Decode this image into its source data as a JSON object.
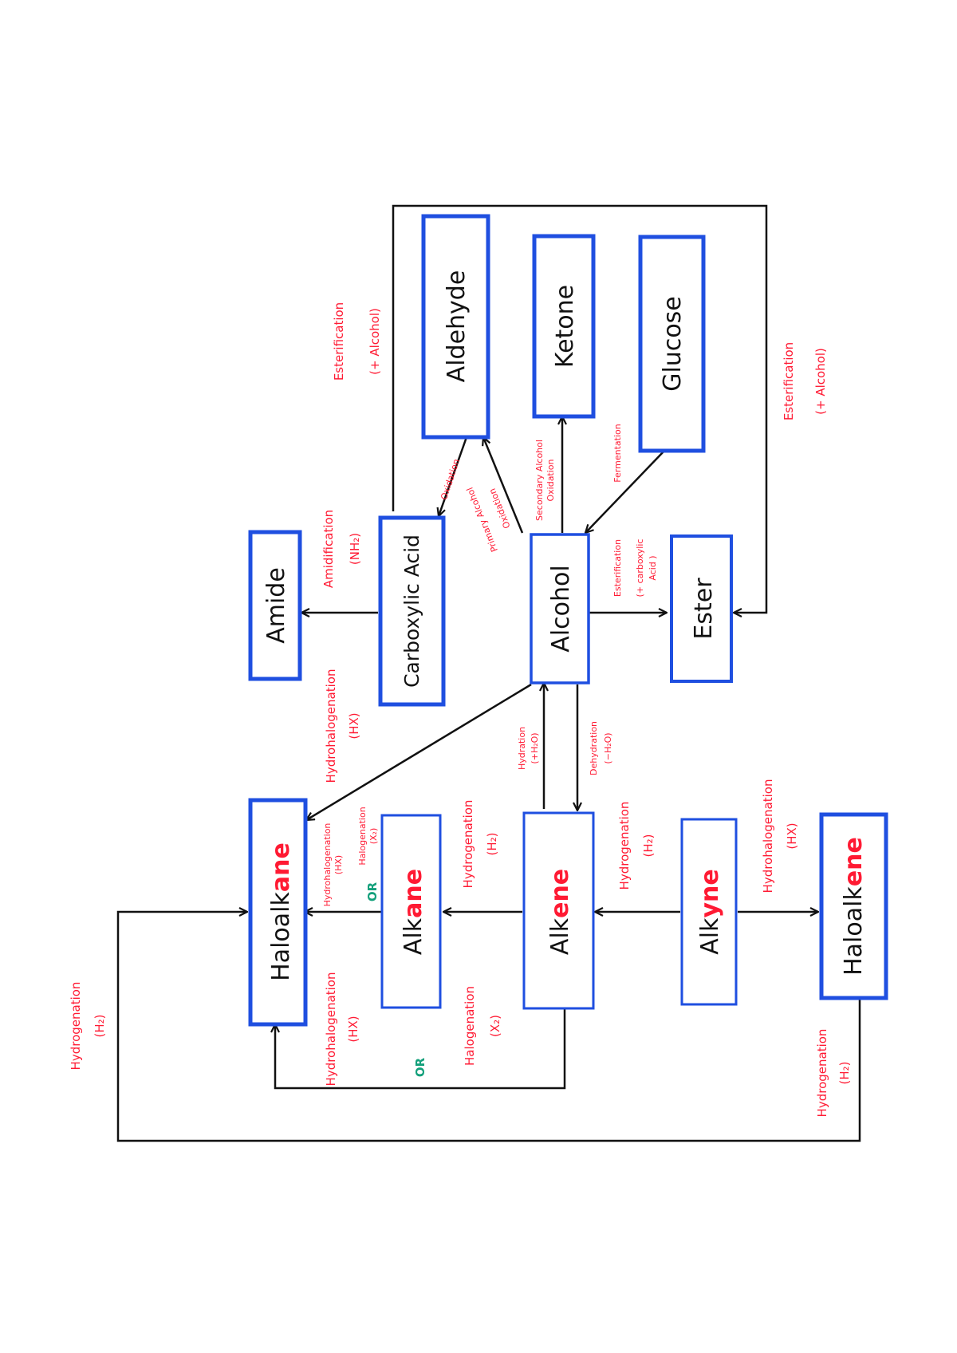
{
  "diagram": {
    "nodes": {
      "aldehyde": "Aldehyde",
      "ketone": "Ketone",
      "glucose": "Glucose",
      "amide": "Amide",
      "carboxylic_acid": "Carboxylic Acid",
      "alcohol": "Alcohol",
      "ester": "Ester",
      "haloalkane_prefix": "Haloalk",
      "haloalkane_suffix": "ane",
      "alkane_prefix": "Alk",
      "alkane_suffix": "ane",
      "alkene_prefix": "Alk",
      "alkene_suffix": "ene",
      "alkyne_prefix": "Alk",
      "alkyne_suffix": "yne",
      "haloalkene_prefix": "Haloalk",
      "haloalkene_suffix": "ene"
    },
    "reactions": {
      "esterification_top": "Esterification",
      "esterification_top_reagent": "(+ Alcohol)",
      "esterification_right": "Esterification",
      "esterification_right_reagent": "(+ Alcohol)",
      "amidification": "Amidification",
      "amidification_reagent": "(NH₂)",
      "oxidation": "Oxidation",
      "primary_alcohol": "Primary Alcohol",
      "primary_alcohol_oxidation": "Oxidation",
      "secondary_alcohol": "Secondary Alcohol",
      "secondary_alcohol_oxidation": "Oxidation",
      "fermentation": "Fermentation",
      "esterification_acid": "Esterification",
      "esterification_acid_reagent_1": "(+ carboxylic",
      "esterification_acid_reagent_2": "Acid )",
      "hydrohalogenation_alcohol": "Hydrohalogenation",
      "hydrohalogenation_alcohol_reagent": "(HX)",
      "hydration": "Hydration",
      "hydration_reagent": "(+H₂O)",
      "dehydration": "Dehydration",
      "dehydration_reagent": "(−H₂O)",
      "hydrohalogenation_alkane": "Hydrohalogenation",
      "hydrohalogenation_alkane_reagent": "(HX)",
      "halogenation_alkane": "Halogenation",
      "halogenation_alkane_reagent": "(X₂)",
      "or_alkane": "OR",
      "hydrogenation_alkene": "Hydrogenation",
      "hydrogenation_alkene_reagent": "(H₂)",
      "hydrogenation_alkyne": "Hydrogenation",
      "hydrogenation_alkyne_reagent": "(H₂)",
      "hydrohalogenation_alkyne": "Hydrohalogenation",
      "hydrohalogenation_alkyne_reagent": "(HX)",
      "hydrohalogenation_alkene": "Hydrohalogenation",
      "hydrohalogenation_alkene_reagent": "(HX)",
      "or_alkene": "OR",
      "halogenation_alkene": "Halogenation",
      "halogenation_alkene_reagent": "(X₂)",
      "hydrogenation_haloalkene": "Hydrogenation",
      "hydrogenation_haloalkene_reagent": "(H₂)",
      "hydrogenation_loop": "Hydrogenation",
      "hydrogenation_loop_reagent": "(H₂)"
    },
    "colors": {
      "box_border": "#1f4fe0",
      "reaction_text": "#ff1a33",
      "alternative_text": "#13a07b",
      "line": "#111111"
    }
  }
}
